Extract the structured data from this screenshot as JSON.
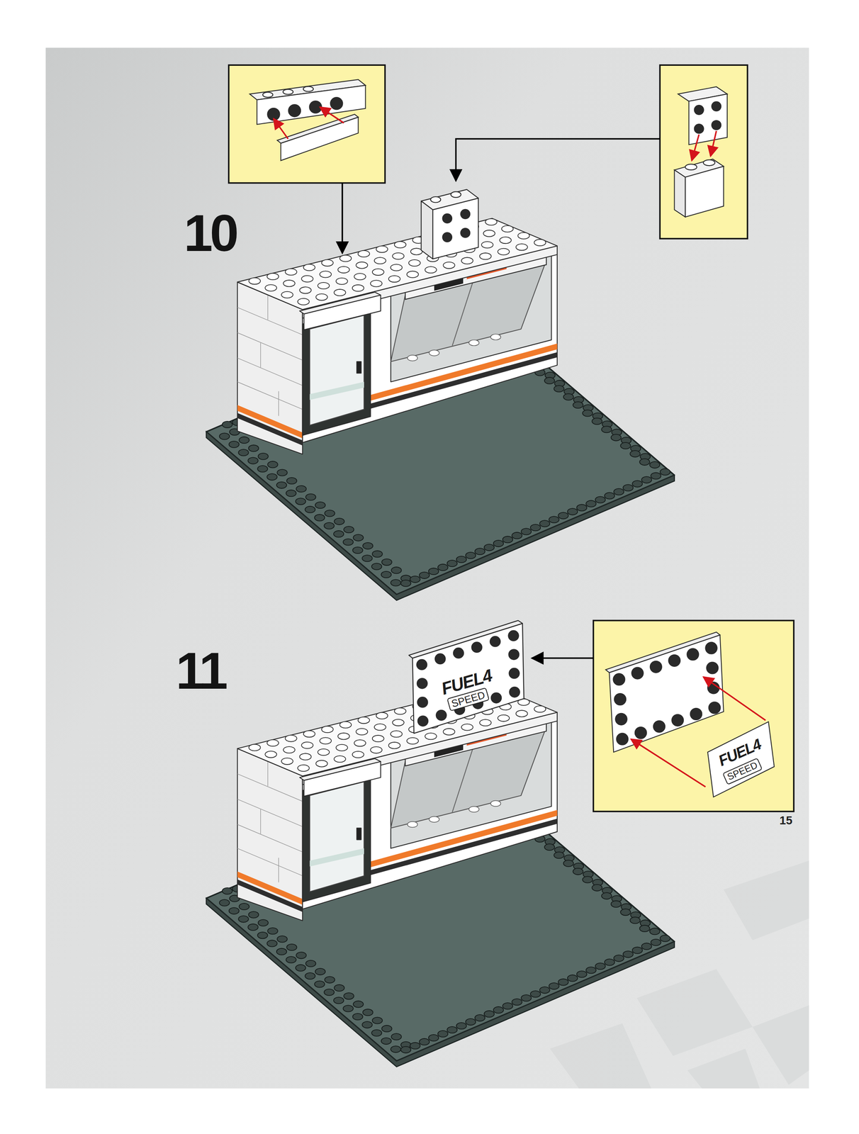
{
  "diagram": {
    "labels": [
      "10",
      "11",
      "FUEL4",
      "SPEED",
      "FUEL4",
      "SPEED",
      "15"
    ]
  }
}
